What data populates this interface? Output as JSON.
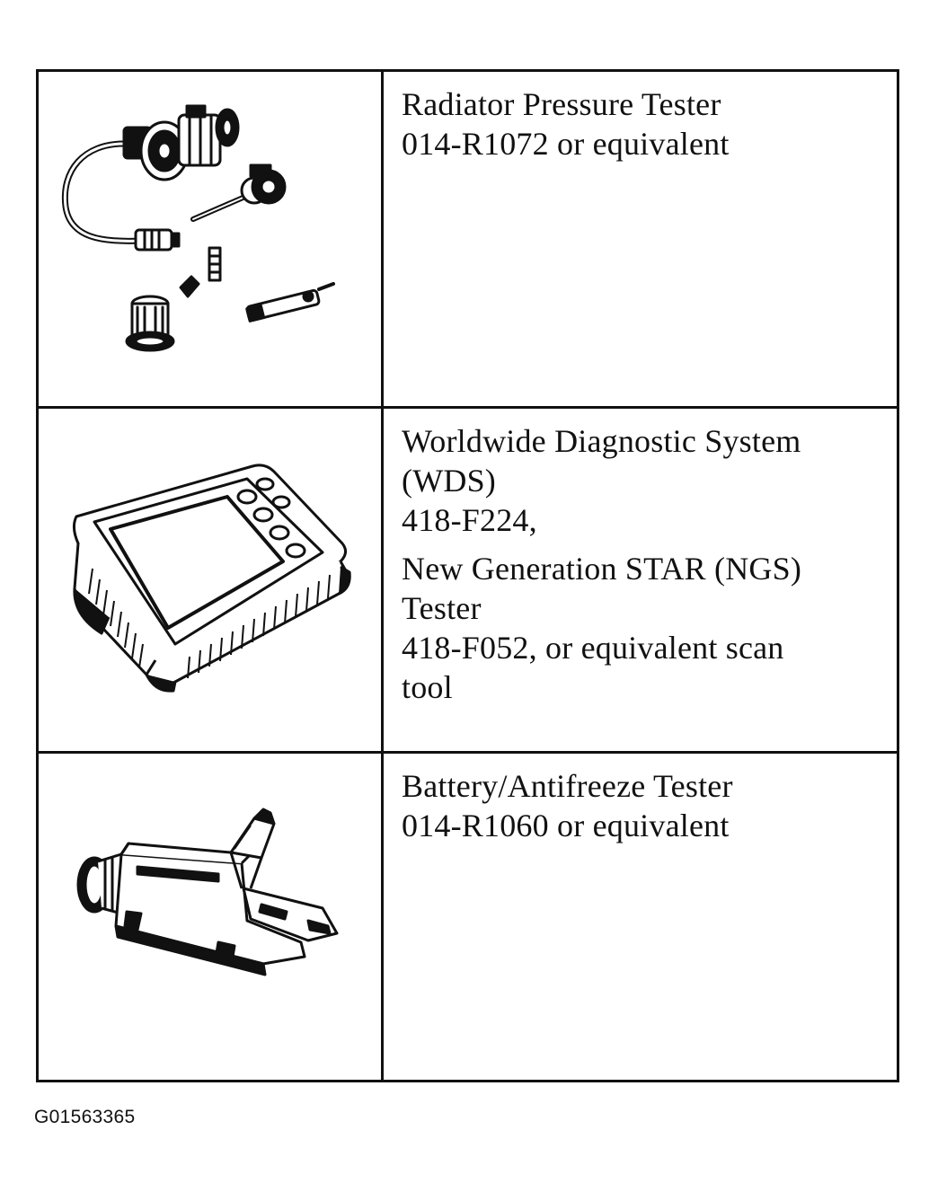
{
  "tools": [
    {
      "illustration": "radiator-pressure-tester-illustration",
      "lines": [
        "Radiator Pressure Tester",
        "014-R1072 or equivalent"
      ]
    },
    {
      "illustration": "diagnostic-scan-tool-illustration",
      "lines": [
        "Worldwide Diagnostic System",
        "(WDS)",
        "418-F224,",
        "New Generation STAR (NGS)",
        "Tester",
        "418-F052, or equivalent scan",
        "tool"
      ]
    },
    {
      "illustration": "battery-antifreeze-tester-illustration",
      "lines": [
        "Battery/Antifreeze Tester",
        "014-R1060 or equivalent"
      ]
    }
  ],
  "figure_id": "G01563365"
}
